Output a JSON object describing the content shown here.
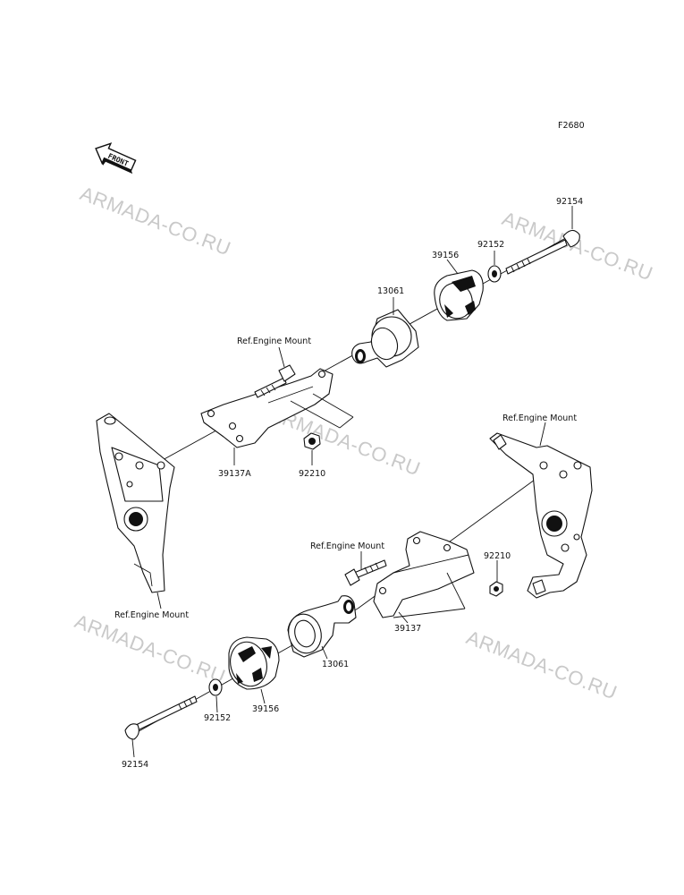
{
  "figure_code": "F2680",
  "front_badge": {
    "label": "FRONT",
    "icon": "front-direction-arrow-icon"
  },
  "watermark": "ARMADA-CO.RU",
  "callouts": {
    "upper": {
      "bolt": "92154",
      "washer": "92152",
      "slider_cap": "39156",
      "slider": "13061",
      "ref_mount_bolt": "Ref.Engine Mount",
      "bracket": "39137A",
      "nut": "92210",
      "ref_mount_frame": "Ref.Engine Mount"
    },
    "lower": {
      "ref_mount_frame": "Ref.Engine Mount",
      "ref_mount_bolt": "Ref.Engine Mount",
      "nut": "92210",
      "bracket": "39137",
      "slider": "13061",
      "slider_cap": "39156",
      "washer": "92152",
      "bolt": "92154"
    }
  }
}
